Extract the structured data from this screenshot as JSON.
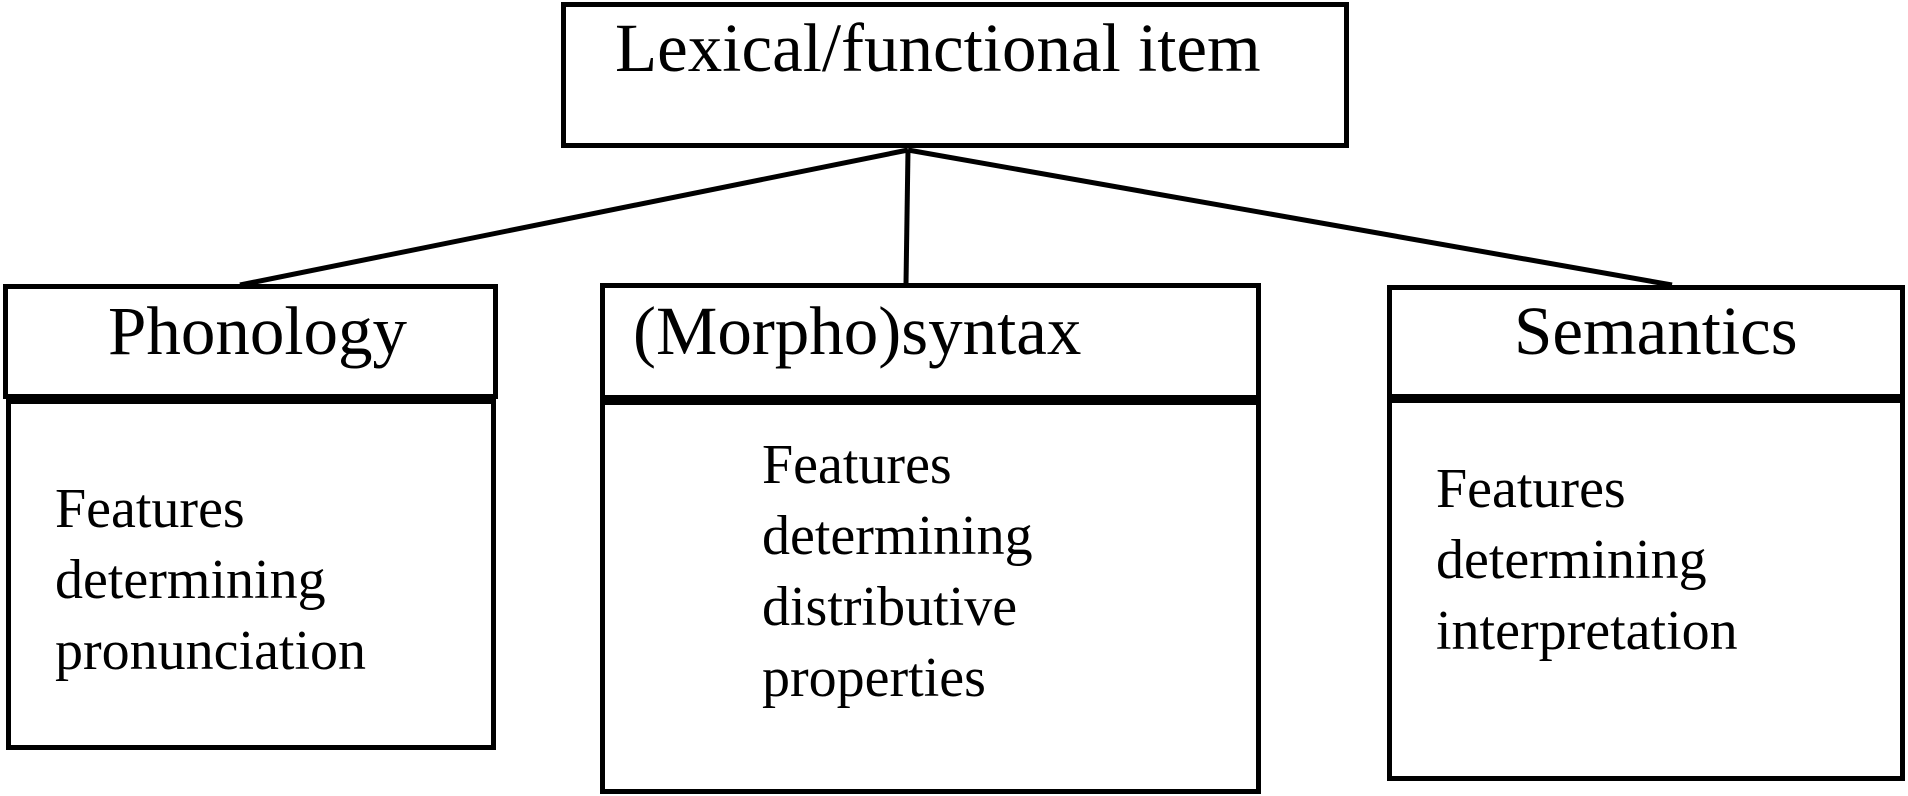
{
  "root": {
    "label": "Lexical/functional item"
  },
  "components": [
    {
      "heading": "Phonology",
      "lines": [
        "Features",
        "determining",
        "pronunciation"
      ]
    },
    {
      "heading": "(Morpho)syntax",
      "lines": [
        "Features",
        "determining",
        "distributive",
        "properties"
      ]
    },
    {
      "heading": "Semantics",
      "lines": [
        "Features",
        "determining",
        "interpretation"
      ]
    }
  ],
  "colors": {
    "line": "#000000",
    "background": "#ffffff"
  }
}
